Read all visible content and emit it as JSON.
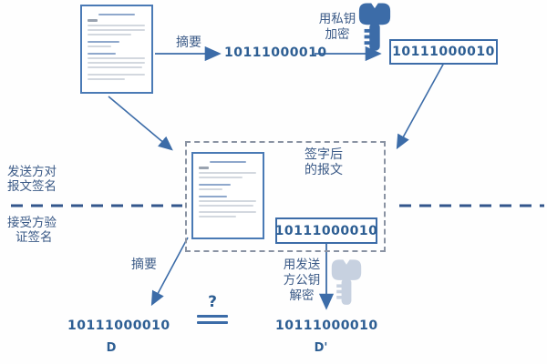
{
  "diagram_title": "digital-signature-sign-and-verify-flow",
  "colors": {
    "primary_blue": "#3c6ca8",
    "binary_text_blue": "#2d5e93",
    "label_blue": "#3b5a87",
    "doc_border_blue": "#4a7ab5",
    "light_key_fill": "#c7d1e0",
    "dashed_border_gray": "#8a93a3",
    "divider_blue": "#33568c"
  },
  "top_flow": {
    "digest_label": "摘要",
    "digest_value": "10111000010",
    "encrypt_label_line1": "用私钥",
    "encrypt_label_line2": "加密",
    "signature_value": "10111000010"
  },
  "signed_message": {
    "label_line1": "签字后",
    "label_line2": "的报文",
    "signature_value": "10111000010"
  },
  "swimlanes": {
    "sender_line1": "发送方对",
    "sender_line2": "报文签名",
    "receiver_line1": "接受方验",
    "receiver_line2": "证签名"
  },
  "bottom_flow": {
    "digest_label": "摘要",
    "digest_value": "10111000010",
    "digest_name": "D",
    "question_mark": "?",
    "decrypt_label_line1": "用发送",
    "decrypt_label_line2": "方公钥",
    "decrypt_label_line3": "解密",
    "decrypted_value": "10111000010",
    "decrypted_name": "D'"
  }
}
